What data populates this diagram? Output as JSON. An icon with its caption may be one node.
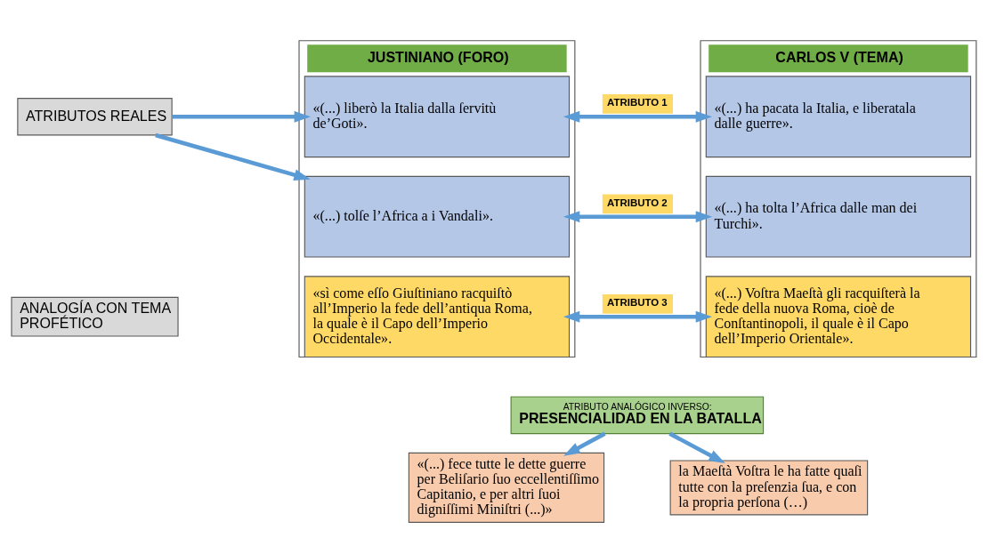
{
  "diagram": {
    "nodes": [
      {
        "text": [
          "ATRIBUTOS REALES"
        ]
      },
      {
        "text": [
          "ANALOGÍA CON TEMA PROFÉTICO"
        ]
      },
      {
        "text": [
          "JUSTINIANO (FORO)"
        ]
      },
      {
        "text": [
          "«(...) liberò la Italia dalla ſervitù de’Goti»."
        ],
        "in": 2
      },
      {
        "text": [
          "«(...) tolſe l’Africa a i Vandali»."
        ],
        "in": 2
      },
      {
        "text": [
          "«sì come eſſo Giuſtiniano racquiſtò all’Imperio la fede dell’antiqua Roma, la quale è il Capo dell’Imperio Occidentale»."
        ],
        "in": 2
      },
      {
        "text": [
          "CARLOS V (TEMA)"
        ]
      },
      {
        "text": [
          "«(...) ha pacata la Italia, e liberatala dalle guerre»."
        ],
        "in": 6
      },
      {
        "text": [
          "«(...) ha tolta l’Africa dalle man dei Turchi»."
        ],
        "in": 6
      },
      {
        "text": [
          "«(...) Voſtra Maeſtà gli racquiſterà la fede della nuova Roma, cioè de Conſtantinopoli, il quale è il Capo dell’Imperio Orientale»."
        ],
        "in": 6
      },
      {
        "text": [
          "ATRIBUTO ANALÓGICO INVERSO:",
          "PRESENCIALIDAD EN LA BATALLA"
        ]
      },
      {
        "text": [
          "«(...) fece tutte le dette guerre per Beliſario ſuo eccellentiſſimo Capitanio, e per altri ſuoi digniſſimi Miniſtri (...)»"
        ]
      },
      {
        "text": [
          "la Maeſtà Voſtra le ha fatte quaſi tutte con la preſenzia ſua, e con la propria perſona (…)"
        ]
      }
    ],
    "edges": [
      {
        "from": 0,
        "to": 3,
        "arrow": "to"
      },
      {
        "from": 0,
        "to": 4,
        "arrow": "to"
      },
      {
        "from": 3,
        "to": 7,
        "arrow": "both",
        "label": "ATRIBUTO 1"
      },
      {
        "from": 4,
        "to": 8,
        "arrow": "both",
        "label": "ATRIBUTO 2"
      },
      {
        "from": 5,
        "to": 9,
        "arrow": "both",
        "label": "ATRIBUTO 3"
      },
      {
        "from": 10,
        "to": 11,
        "arrow": "to"
      },
      {
        "from": 10,
        "to": 12,
        "arrow": "to"
      }
    ]
  }
}
